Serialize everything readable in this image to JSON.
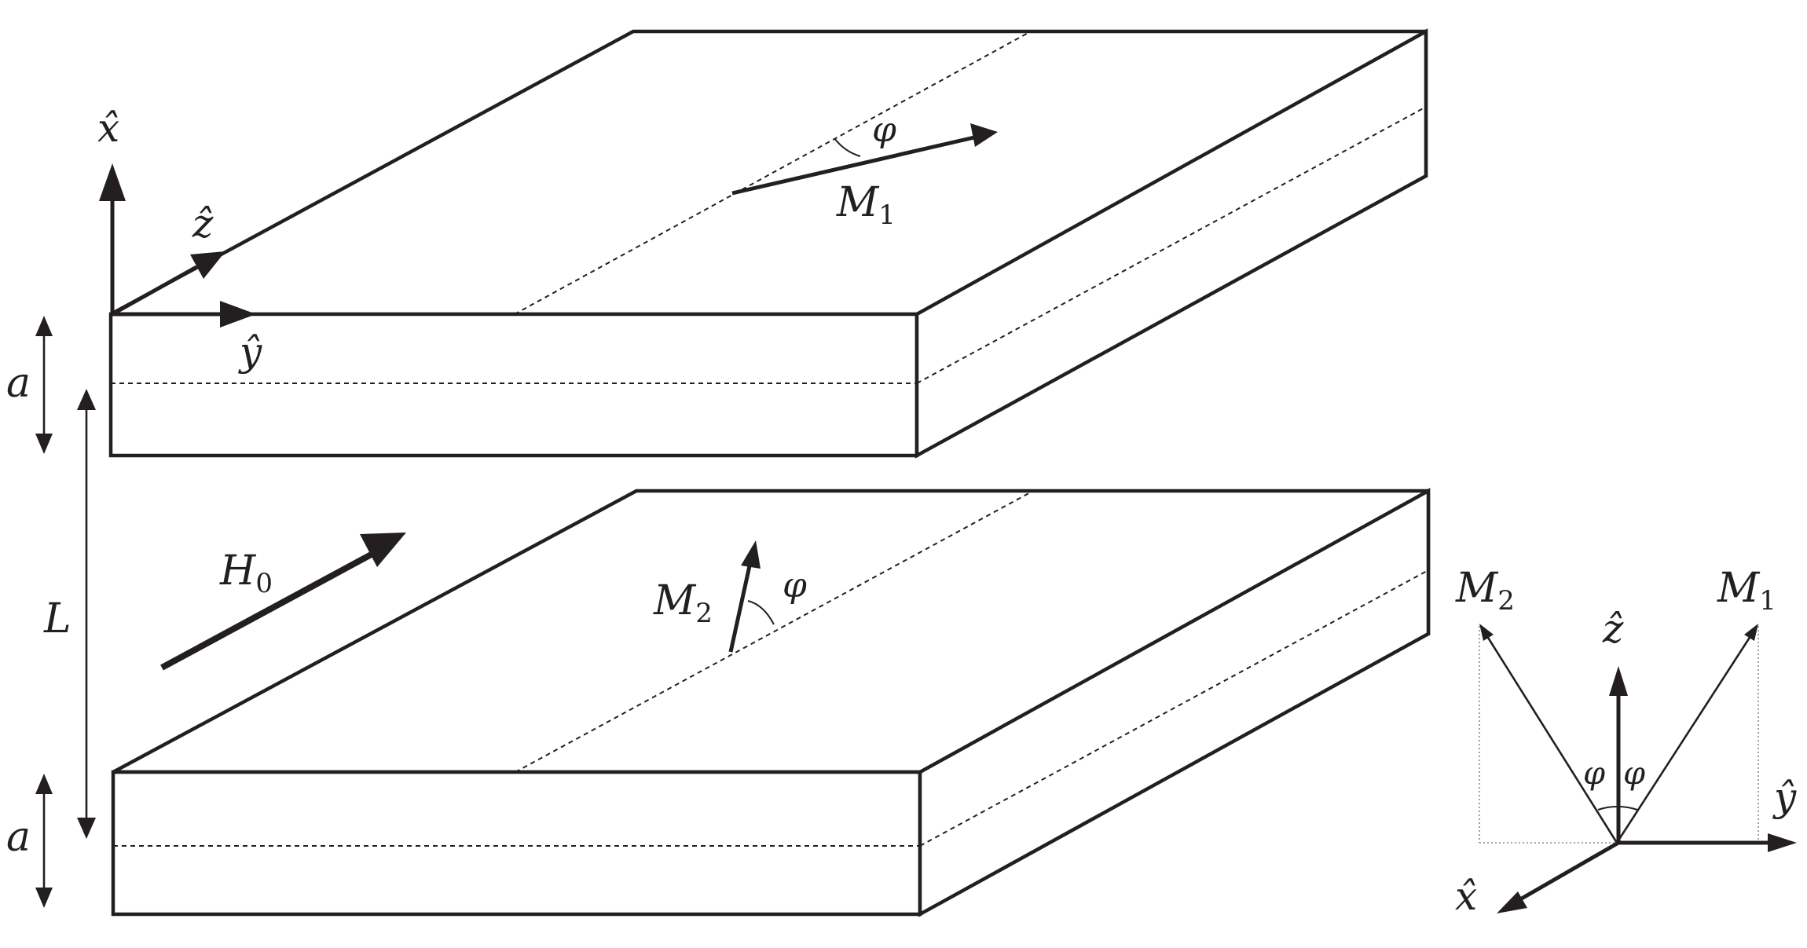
{
  "labels": {
    "x_hat": "x̂",
    "y_hat": "ŷ",
    "z_hat": "ẑ",
    "a": "a",
    "L": "L",
    "H0_base": "H",
    "H0_sub": "0",
    "M_base": "M",
    "sub_1": "1",
    "sub_2": "2",
    "phi": "φ"
  },
  "colors": {
    "ink": "#231f20",
    "guide": "#888888",
    "background": "#ffffff"
  }
}
